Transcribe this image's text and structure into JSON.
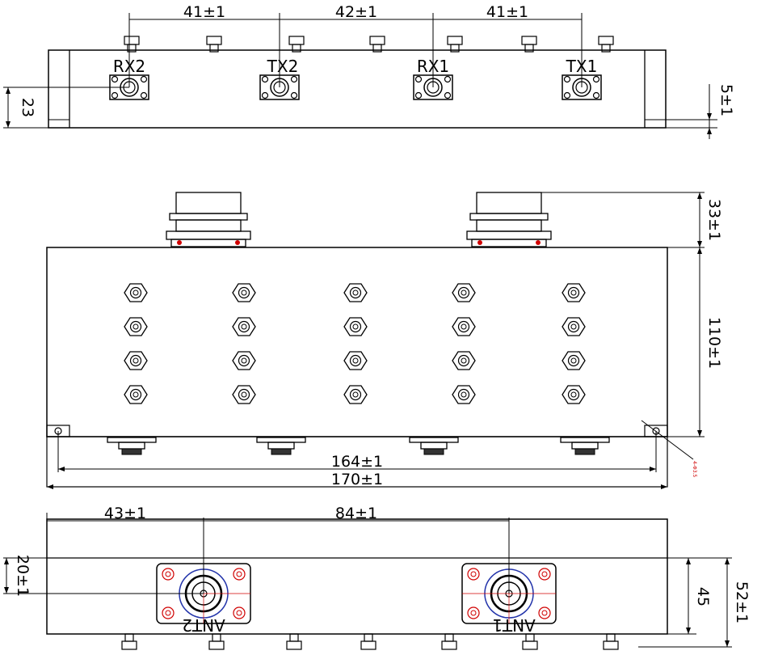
{
  "top_view": {
    "dims": [
      "41±1",
      "42±1",
      "41±1"
    ],
    "ports": [
      "RX2",
      "TX2",
      "RX1",
      "TX1"
    ],
    "height_left": "23",
    "offset_right": "5±1"
  },
  "middle_view": {
    "height_connector": "33±1",
    "height_body": "110±1",
    "width_inner": "164±1",
    "width_outer": "170±1",
    "tag": "4-Φ3.5"
  },
  "bottom_view": {
    "dims": [
      "43±1",
      "84±1"
    ],
    "ports": [
      "ANT2",
      "ANT1"
    ],
    "offset_left": "20±1",
    "height_inner": "45",
    "height_outer": "52±1"
  },
  "colors": {
    "line": "#000000",
    "accent": "#d00000",
    "ring": "#2233aa"
  }
}
